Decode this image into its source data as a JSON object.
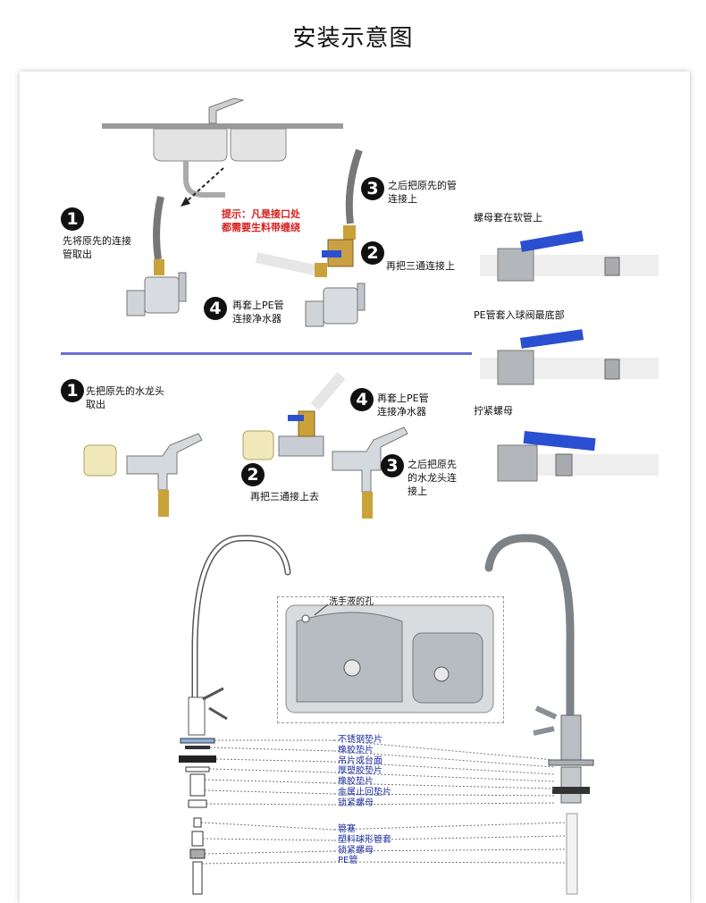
{
  "title": "安装示意图",
  "section1": {
    "step1": "先将原先的连接\n管取出",
    "hint": "提示：凡是接口处\n都需要生料带缠绕",
    "step2": "再把三通连接上",
    "step3": "之后把原先的管\n连接上",
    "step4": "再套上PE管\n连接净水器"
  },
  "section2": {
    "step1": "先把原先的水龙头\n取出",
    "step2": "再把三通接上去",
    "step3": "之后把原先\n的水龙头连\n接上",
    "step4": "再套上PE管\n连接净水器"
  },
  "photos": {
    "cap1": "螺母套在软管上",
    "cap2": "PE管套入球阀最底部",
    "cap3": "拧紧螺母"
  },
  "badges": [
    "1",
    "2",
    "3",
    "4"
  ],
  "sink": {
    "hole_label": "洗手液的孔"
  },
  "parts": [
    "不锈钢垫片",
    "橡胶垫片",
    "吊片或台面",
    "厚塑胶垫片",
    "橡胶垫片",
    "金属止回垫片",
    "锁紧螺母",
    "管塞",
    "塑料球形管套",
    "锁紧螺母",
    "PE管"
  ],
  "colors": {
    "valve_handle": "#2a4fd0",
    "divider": "#6a6fd8",
    "hint_red": "#d81e1e",
    "parts_text": "#2030a0"
  }
}
